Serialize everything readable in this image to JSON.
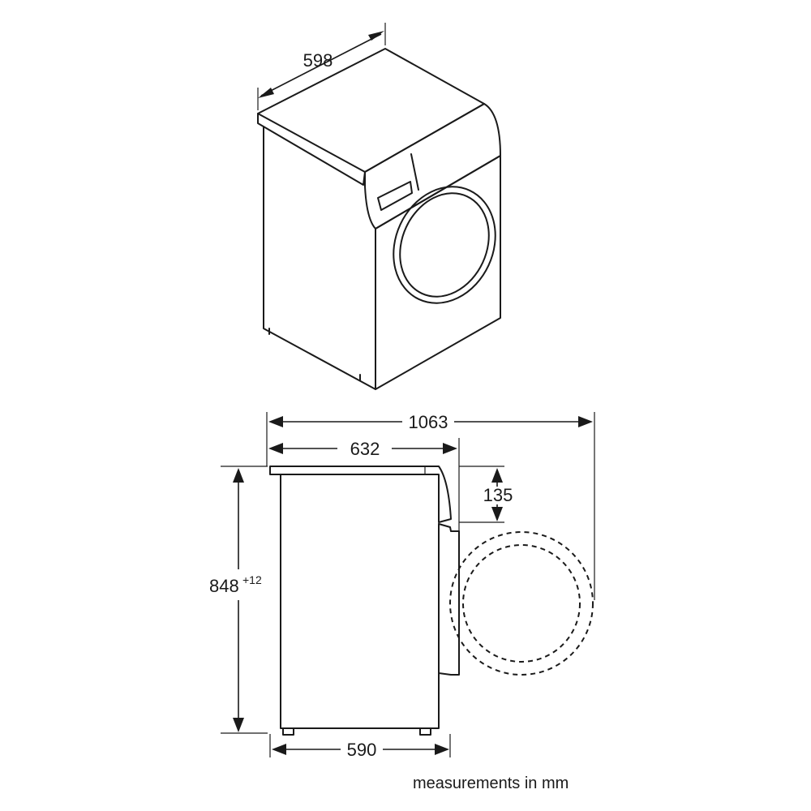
{
  "dimensions": {
    "top_width": "598",
    "total_depth_door_open": "1063",
    "depth": "632",
    "door_height_offset": "135",
    "height": "848",
    "height_tolerance": "+12",
    "base_depth": "590"
  },
  "caption": "measurements in mm"
}
